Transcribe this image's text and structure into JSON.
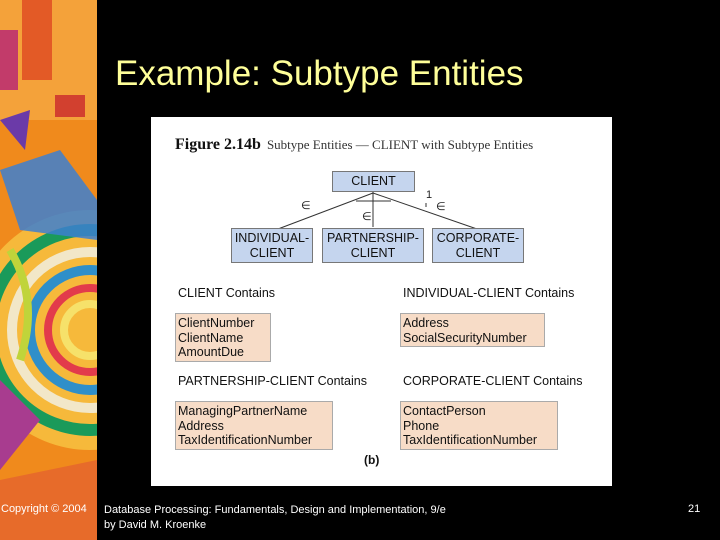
{
  "slide": {
    "title": "Example: Subtype Entities",
    "footer_copyright": "Copyright © 2004",
    "footer_book_line1": "Database Processing: Fundamentals, Design and Implementation, 9/e",
    "footer_book_line2": "by David M. Kroenke",
    "page_number": "21"
  },
  "figure": {
    "number": "Figure 2.14b",
    "caption": "Subtype Entities — CLIENT with Subtype Entities",
    "part_label": "(b)",
    "supertype": "CLIENT",
    "cardinality_label": "1",
    "membership_symbol": "∈",
    "subtypes": [
      {
        "line1": "INDIVIDUAL-",
        "line2": "CLIENT"
      },
      {
        "line1": "PARTNERSHIP-",
        "line2": "CLIENT"
      },
      {
        "line1": "CORPORATE-",
        "line2": "CLIENT"
      }
    ],
    "contains": [
      {
        "heading": "CLIENT Contains",
        "attributes": [
          "ClientNumber",
          "ClientName",
          "AmountDue"
        ]
      },
      {
        "heading": "INDIVIDUAL-CLIENT Contains",
        "attributes": [
          "Address",
          "SocialSecurityNumber"
        ]
      },
      {
        "heading": "PARTNERSHIP-CLIENT Contains",
        "attributes": [
          "ManagingPartnerName",
          "Address",
          "TaxIdentificationNumber"
        ]
      },
      {
        "heading": "CORPORATE-CLIENT Contains",
        "attributes": [
          "ContactPerson",
          "Phone",
          "TaxIdentificationNumber"
        ]
      }
    ]
  }
}
